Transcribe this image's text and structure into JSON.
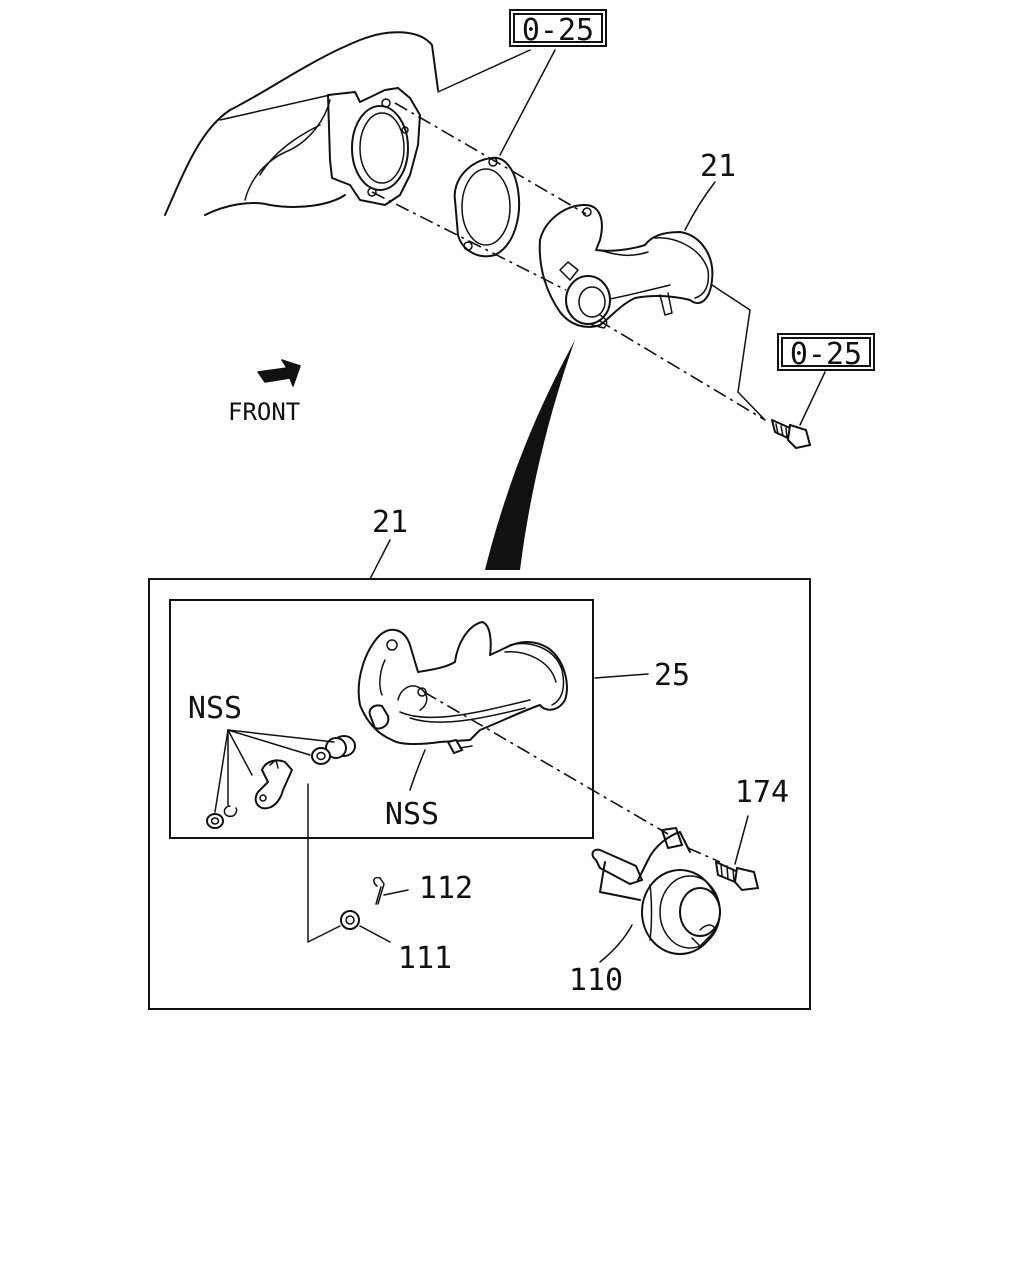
{
  "labels": {
    "ref_top": "0-25",
    "ref_right": "0-25",
    "part_21_top": "21",
    "front": "FRONT",
    "part_21_box": "21",
    "part_25": "25",
    "nss_left": "NSS",
    "nss_bottom": "NSS",
    "part_174": "174",
    "part_112": "112",
    "part_111": "111",
    "part_110": "110"
  },
  "icons": {
    "front_arrow": "arrow-down-left-icon"
  }
}
